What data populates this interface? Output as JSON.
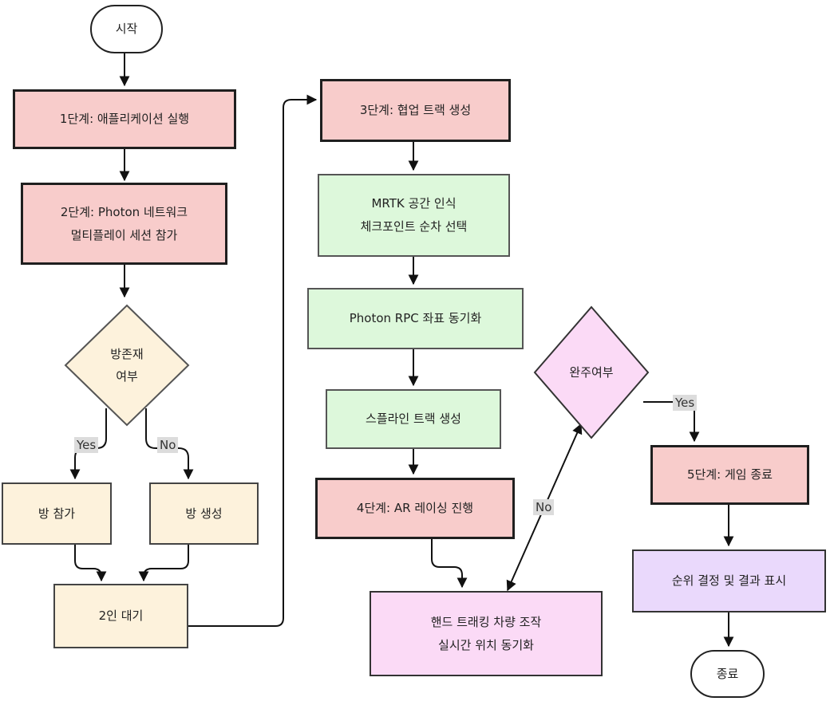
{
  "nodes": {
    "start": "시작",
    "step1": "1단계: 애플리케이션 실행",
    "step2": [
      "2단계: Photon 네트워크",
      "멀티플레이 세션 참가"
    ],
    "room_exists": [
      "방존재",
      "여부"
    ],
    "join_room": "방 참가",
    "create_room": "방 생성",
    "wait_two": "2인 대기",
    "step3": "3단계: 협업 트랙 생성",
    "mrtk": [
      "MRTK 공간 인식",
      "체크포인트 순차 선택"
    ],
    "rpc": "Photon RPC 좌표 동기화",
    "spline": "스플라인 트랙 생성",
    "step4": "4단계: AR 레이싱 진행",
    "hand": [
      "핸드 트래킹 차량 조작",
      "실시간 위치 동기화"
    ],
    "finished": "완주여부",
    "step5": "5단계: 게임 종료",
    "ranking": "순위 결정 및 결과 표시",
    "end": "종료"
  },
  "edge_labels": {
    "room_yes": "Yes",
    "room_no": "No",
    "finish_no": "No",
    "finish_yes": "Yes"
  },
  "colors": {
    "step_fill": "#f8cccb",
    "room_fill": "#fdf2dc",
    "track_fill": "#ddf8db",
    "play_fill": "#fbdaf6",
    "result_fill": "#ead9fc",
    "edge_label_bg": "#dcdcdc"
  }
}
